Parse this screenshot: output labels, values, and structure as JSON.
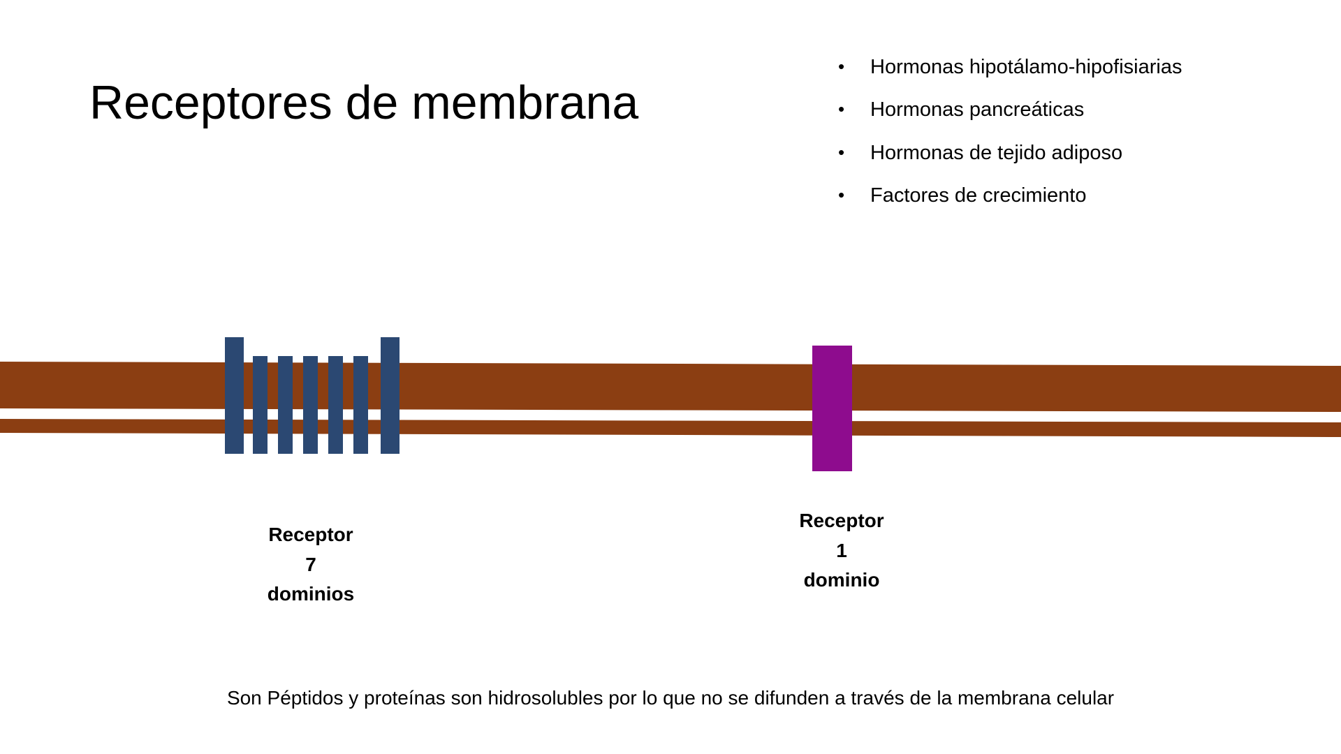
{
  "slide": {
    "title": "Receptores de membrana",
    "background_color": "#ffffff"
  },
  "bullets": {
    "marker": "•",
    "items": [
      {
        "label": "Hormonas hipotálamo-hipofisiarias"
      },
      {
        "label": "Hormonas pancreáticas"
      },
      {
        "label": "Hormonas de tejido adiposo"
      },
      {
        "label": "Factores de crecimiento"
      }
    ]
  },
  "diagram": {
    "membrane": {
      "name": "cell-membrane",
      "upper_band_color": "#8B3E12",
      "lower_band_color": "#8B3E12"
    },
    "receptor_seven": {
      "color": "#2B4872",
      "domain_count": 7,
      "caption_line1": "Receptor",
      "caption_line2": "7",
      "caption_line3": "dominios"
    },
    "receptor_one": {
      "color": "#8E0C8E",
      "domain_count": 1,
      "caption_line1": "Receptor",
      "caption_line2": "1",
      "caption_line3": "dominio"
    }
  },
  "footer": {
    "note": "Son Péptidos y proteínas son hidrosolubles por lo que no se difunden a través de la membrana celular"
  }
}
